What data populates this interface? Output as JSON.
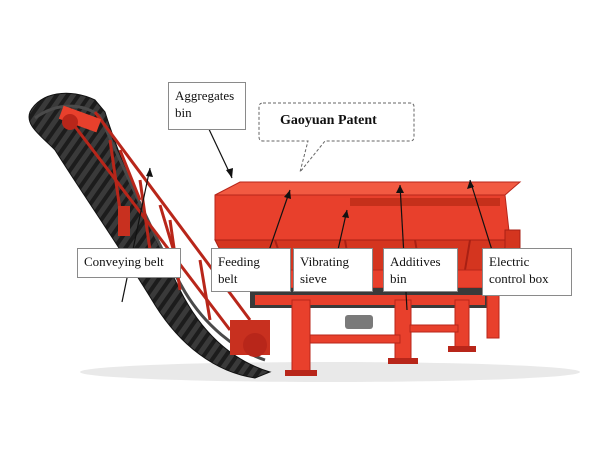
{
  "callout": {
    "text": "Gaoyuan Patent"
  },
  "labels": {
    "aggregates_bin": [
      "Aggregates",
      "bin"
    ],
    "conveying_belt": [
      "Conveying belt"
    ],
    "feeding_belt": [
      "Feeding",
      "belt"
    ],
    "vibrating_sieve": [
      "Vibrating",
      "sieve"
    ],
    "additives_bin": [
      "Additives",
      "bin"
    ],
    "electric_control_box": [
      "Electric",
      "control box"
    ]
  },
  "colors": {
    "machine_red": "#e8402c",
    "machine_dark_red": "#b8261a",
    "belt_black": "#2a2a2a",
    "label_border": "#8a8a8a"
  }
}
